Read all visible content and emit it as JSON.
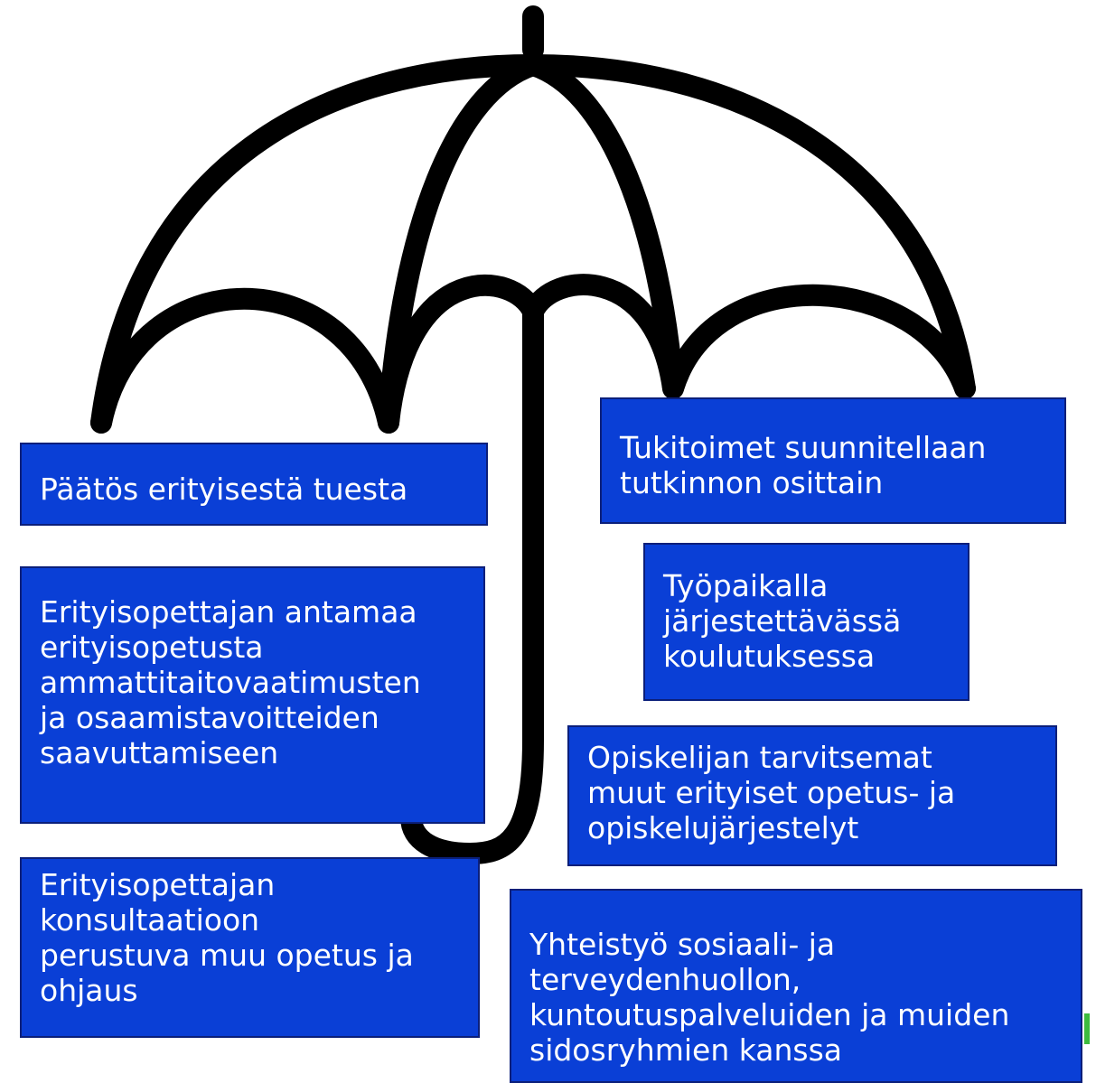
{
  "boxes": {
    "b1": "Päätös erityisestä tuesta",
    "b2": "Erityisopettajan antamaa\nerityisopetusta\nammattitaitovaatimusten\nja osaamistavoitteiden\nsaavuttamiseen",
    "b3": "Erityisopettajan\nkonsultaatioon\nperustuva muu opetus ja\nohjaus",
    "b4": "Tukitoimet suunnitellaan\ntutkinnon osittain",
    "b5": "Työpaikalla\njärjestettävässä\nkoulutuksessa",
    "b6": "Opiskelijan tarvitsemat\nmuut erityiset opetus- ja\nopiskelujärjestelyt",
    "b7": "Yhteistyö sosiaali- ja\nterveydenhuollon,\nkuntoutuspalveluiden ja muiden\nsidosryhmien kanssa"
  },
  "colors": {
    "box_fill": "#0a3fd6",
    "box_text": "#ffffff",
    "umbrella_stroke": "#000000"
  },
  "icons": [
    "umbrella-icon"
  ]
}
